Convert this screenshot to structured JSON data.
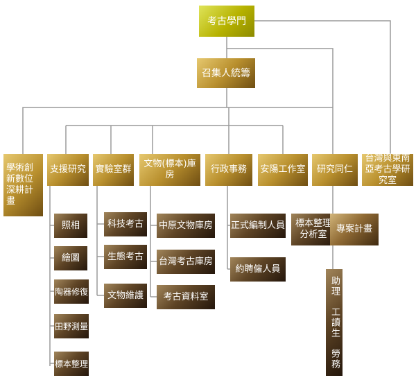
{
  "root": "考古學門",
  "convener": "召集人統籌",
  "units": {
    "digital": "學術創新數位深耕計畫",
    "support": "支援研究",
    "lab": "實驗室群",
    "storage": "文物(標本)庫房",
    "admin": "行政事務",
    "anyang": "安陽工作室",
    "colleagues": "研究同仁",
    "taiwan_se_asia": "台灣與東南亞考古學研究室"
  },
  "support_items": [
    "照相",
    "繪圖",
    "陶器修復",
    "田野測量",
    "標本整理"
  ],
  "lab_items": [
    "科技考古",
    "生態考古",
    "文物維護"
  ],
  "storage_items": [
    "中原文物庫房",
    "台灣考古庫房",
    "考古資料室"
  ],
  "admin_items": [
    "正式編制人員",
    "約聘僱人員"
  ],
  "colleague_items": {
    "specimen_room": "標本整理分析室",
    "projects": "專案計畫",
    "staff": "助理　工讀生　勞務"
  },
  "colors": {
    "root": "#b6b200",
    "convener": "#b9902e",
    "connector": "#9a9a9a"
  }
}
